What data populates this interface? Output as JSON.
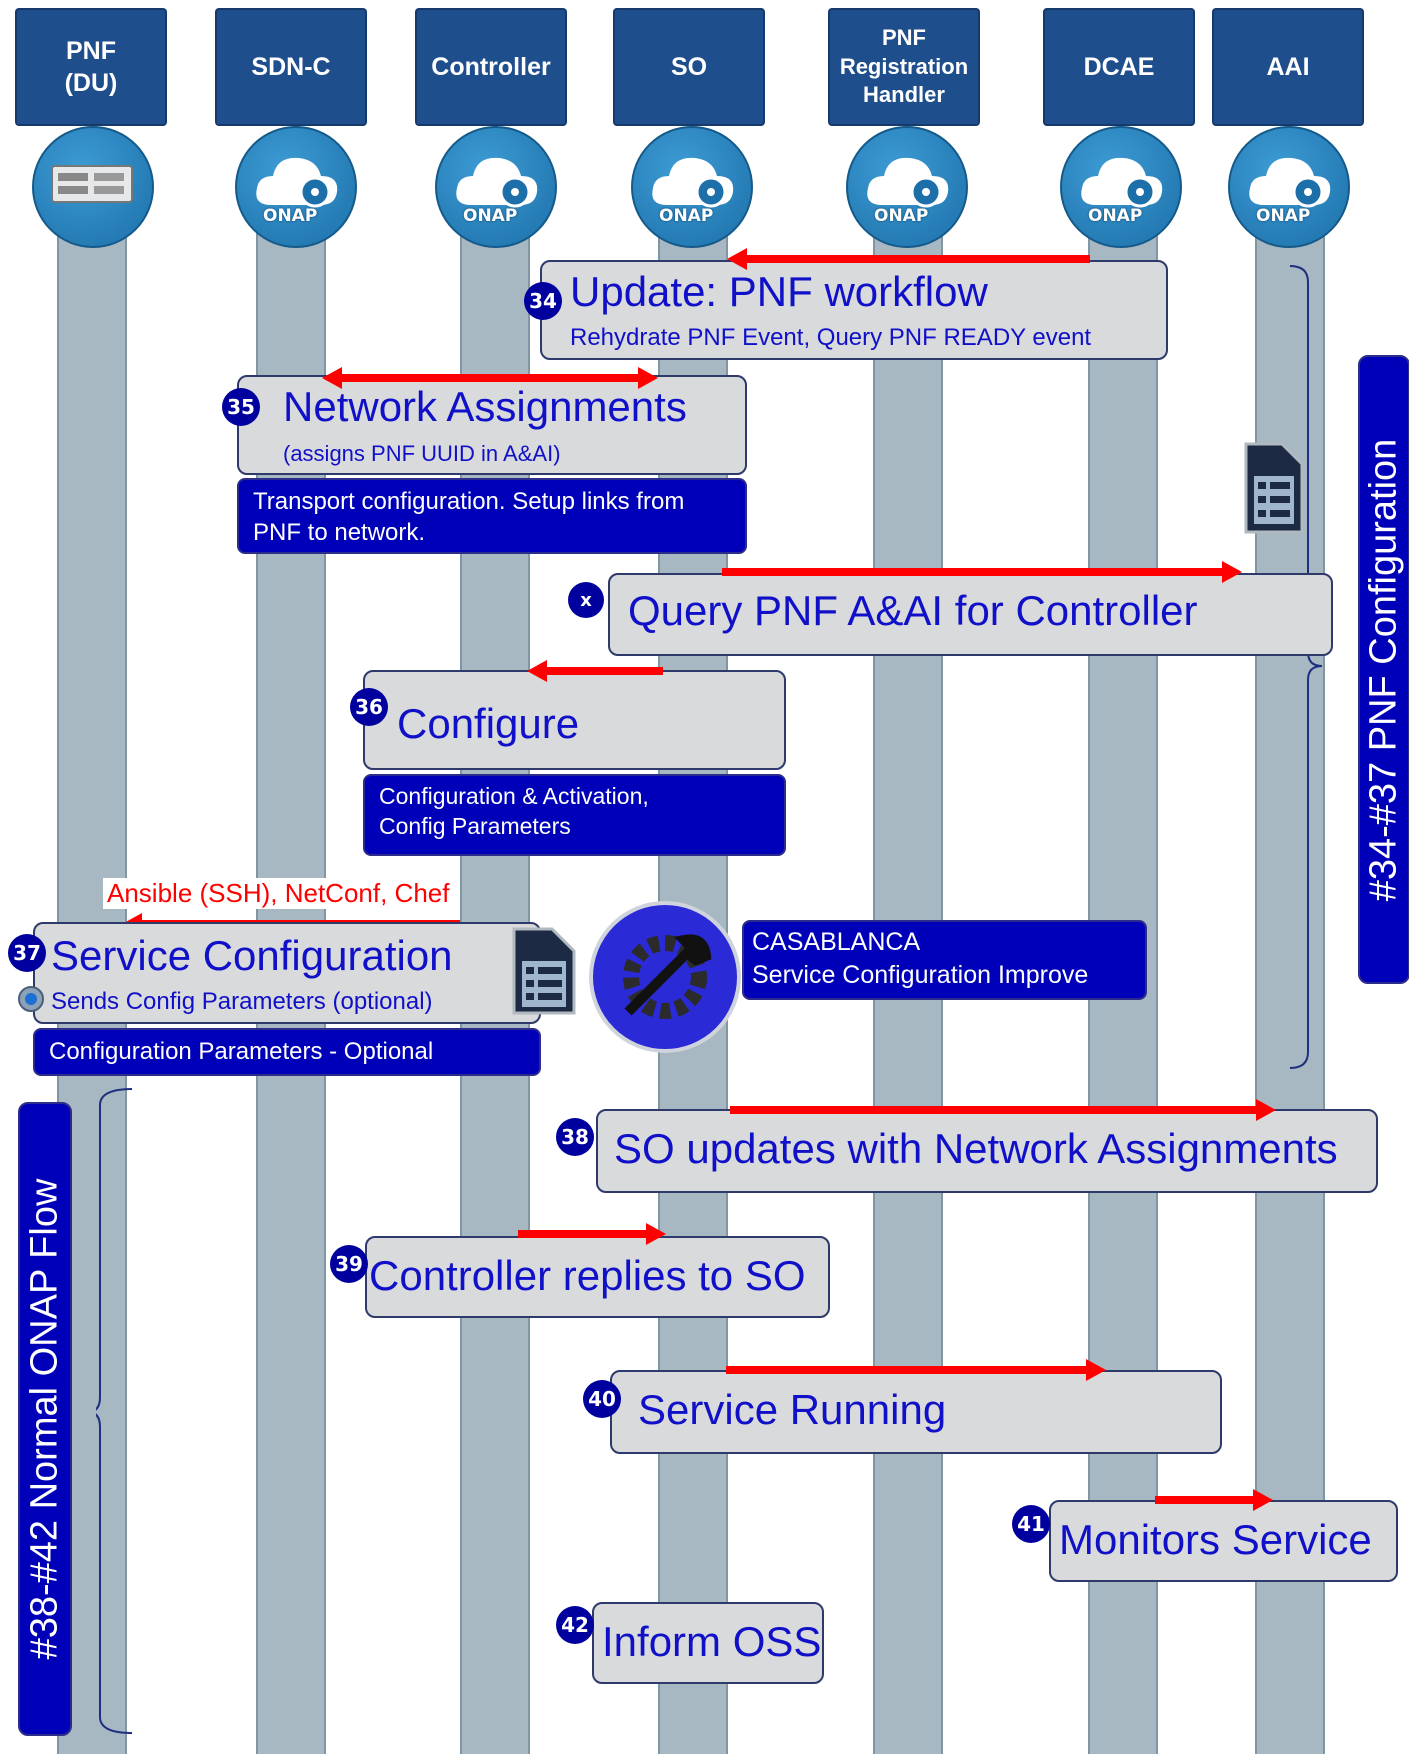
{
  "colors": {
    "header": "#1f4e8c",
    "lane": "#a7b8c2",
    "step_box": "#d9dadb",
    "step_text": "#1010c8",
    "info_box": "#0000b8",
    "arrow": "#ff0000",
    "badge": "#00009e"
  },
  "lanes": [
    {
      "name": "PNF\n(DU)",
      "icon": "server-icon"
    },
    {
      "name": "SDN-C",
      "icon": "onap-cloud-icon"
    },
    {
      "name": "Controller",
      "icon": "onap-cloud-icon"
    },
    {
      "name": "SO",
      "icon": "onap-cloud-icon"
    },
    {
      "name": "PNF\nRegistration\nHandler",
      "icon": "onap-cloud-icon"
    },
    {
      "name": "DCAE",
      "icon": "onap-cloud-icon"
    },
    {
      "name": "AAI",
      "icon": "onap-cloud-icon"
    }
  ],
  "onap_logo": "ONAP",
  "steps": {
    "s34": {
      "badge": "34",
      "title": "Update: PNF workflow",
      "subtitle": "Rehydrate PNF Event, Query PNF READY event"
    },
    "s35": {
      "badge": "35",
      "title": "Network Assignments",
      "subtitle": "(assigns PNF UUID in A&AI)",
      "note": "Transport configuration. Setup links from PNF to network."
    },
    "sx": {
      "badge": "x",
      "title": "Query PNF A&AI for Controller"
    },
    "s36": {
      "badge": "36",
      "title": "Configure",
      "note": "Configuration & Activation,\nConfig Parameters"
    },
    "s37": {
      "badge": "37",
      "title": "Service Configuration",
      "subtitle": "Sends Config Parameters (optional)",
      "note": "Configuration Parameters - Optional",
      "protocols": "Ansible (SSH), NetConf, Chef"
    },
    "casablanca": {
      "line1": "CASABLANCA",
      "line2": "Service Configuration Improve"
    },
    "s38": {
      "badge": "38",
      "title": "SO updates with Network Assignments"
    },
    "s39": {
      "badge": "39",
      "title": "Controller replies to SO"
    },
    "s40": {
      "badge": "40",
      "title": "Service Running"
    },
    "s41": {
      "badge": "41",
      "title": "Monitors Service"
    },
    "s42": {
      "badge": "42",
      "title": "Inform OSS"
    }
  },
  "groups": {
    "pnf_config": "#34-#37 PNF Configuration",
    "normal_flow": "#38-#42 Normal ONAP Flow"
  }
}
